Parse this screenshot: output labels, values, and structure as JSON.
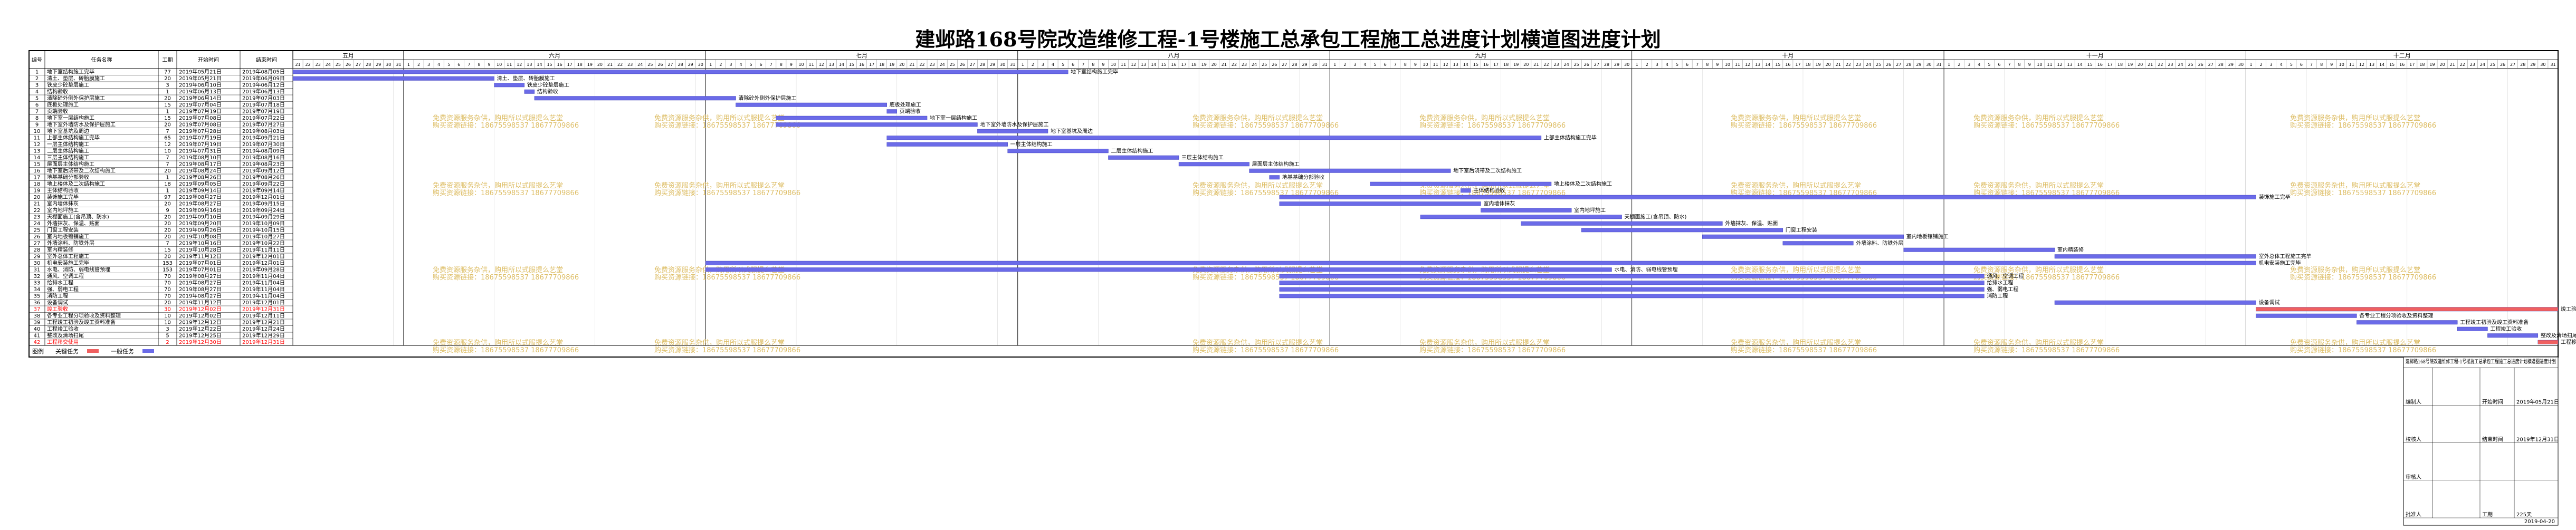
{
  "title": "建邺路168号院改造维修工程-1号楼施工总承包工程施工总进度计划横道图进度计划",
  "headers": {
    "no": "编号",
    "name": "任务名称",
    "duration": "工期",
    "start": "开始时间",
    "finish": "结束时间"
  },
  "months": [
    "五月",
    "六月",
    "七月",
    "八月",
    "九月",
    "十月",
    "十一月",
    "十二月"
  ],
  "watermark": {
    "line1": "免费资源服务杂供，购用所以式服提么艺堂",
    "line2": "购买资源链接：18675598537 18677709866"
  },
  "legend": {
    "label": "图例",
    "critical": "关键任务",
    "normal": "一般任务"
  },
  "colors": {
    "normal": "#6b6be8",
    "critical": "#f06060",
    "critical_text": "#ff0000",
    "watermark": "#d8b24a"
  },
  "info": {
    "project": "建邺路168号院改造维修工程-1号楼施工总承包工程施工总进度计划横道图进度计划",
    "rows": [
      {
        "l1": "编制人",
        "v1": "",
        "l2": "开始时间",
        "v2": "2019年05月21日"
      },
      {
        "l1": "校核人",
        "v1": "",
        "l2": "结束时间",
        "v2": "2019年12月31日"
      },
      {
        "l1": "审核人",
        "v1": "",
        "l2": "",
        "v2": ""
      },
      {
        "l1": "批准人",
        "v1": "",
        "l2": "工期",
        "v2": "225天"
      }
    ],
    "date": "2019-04-20"
  },
  "chart_data": {
    "type": "table",
    "timeline_start": "2019-05-21",
    "timeline_end": "2019-12-31",
    "tasks": [
      {
        "id": 1,
        "name": "地下室结构施工完毕",
        "duration": 77,
        "start": "2019年05月21日",
        "finish": "2019年08月05日",
        "critical": false,
        "label": "地下室结构施工完毕"
      },
      {
        "id": 2,
        "name": "清土、垫层、砖胎膜施工",
        "duration": 20,
        "start": "2019年05月21日",
        "finish": "2019年06月09日",
        "critical": false,
        "label": "清土、垫层、砖胎膜施工"
      },
      {
        "id": 3,
        "name": "铁皮少砼垫层施工",
        "duration": 3,
        "start": "2019年06月10日",
        "finish": "2019年06月12日",
        "critical": false,
        "label": "铁皮少砼垫层施工"
      },
      {
        "id": 4,
        "name": "结构验收",
        "duration": 1,
        "start": "2019年06月13日",
        "finish": "2019年06月13日",
        "critical": false,
        "label": "结构验收"
      },
      {
        "id": 5,
        "name": "清除砼外侧外保护层施工",
        "duration": 20,
        "start": "2019年06月14日",
        "finish": "2019年07月03日",
        "critical": false,
        "label": "清除砼外侧外保护层施工"
      },
      {
        "id": 6,
        "name": "底板处理施工",
        "duration": 15,
        "start": "2019年07月04日",
        "finish": "2019年07月18日",
        "critical": false,
        "label": "底板处理施工"
      },
      {
        "id": 7,
        "name": "页端验收",
        "duration": 1,
        "start": "2019年07月19日",
        "finish": "2019年07月19日",
        "critical": false,
        "label": "页端验收"
      },
      {
        "id": 8,
        "name": "地下室一层结构施工",
        "duration": 15,
        "start": "2019年07月08日",
        "finish": "2019年07月22日",
        "critical": false,
        "label": "地下室一层结构施工"
      },
      {
        "id": 9,
        "name": "地下室外墙防水及保护层施工",
        "duration": 20,
        "start": "2019年07月08日",
        "finish": "2019年07月27日",
        "critical": false,
        "label": "地下室外墙防水及保护层施工"
      },
      {
        "id": 10,
        "name": "地下室基坑及周边",
        "duration": 7,
        "start": "2019年07月28日",
        "finish": "2019年08月03日",
        "critical": false,
        "label": "地下室基坑及周边"
      },
      {
        "id": 11,
        "name": "上部主体结构施工完毕",
        "duration": 65,
        "start": "2019年07月19日",
        "finish": "2019年09月21日",
        "critical": false,
        "label": "上部主体结构施工完毕"
      },
      {
        "id": 12,
        "name": "一层主体结构施工",
        "duration": 12,
        "start": "2019年07月19日",
        "finish": "2019年07月30日",
        "critical": false,
        "label": "一层主体结构施工"
      },
      {
        "id": 13,
        "name": "二层主体结构施工",
        "duration": 10,
        "start": "2019年07月31日",
        "finish": "2019年08月09日",
        "critical": false,
        "label": "二层主体结构施工"
      },
      {
        "id": 14,
        "name": "三层主体结构施工",
        "duration": 7,
        "start": "2019年08月10日",
        "finish": "2019年08月16日",
        "critical": false,
        "label": "三层主体结构施工"
      },
      {
        "id": 15,
        "name": "屋面层主体结构施工",
        "duration": 7,
        "start": "2019年08月17日",
        "finish": "2019年08月23日",
        "critical": false,
        "label": "屋面层主体结构施工"
      },
      {
        "id": 16,
        "name": "地下室后浇带及二次结构施工",
        "duration": 20,
        "start": "2019年08月24日",
        "finish": "2019年09月12日",
        "critical": false,
        "label": "地下室后浇带及二次结构施工"
      },
      {
        "id": 17,
        "name": "地基基础分部验收",
        "duration": 1,
        "start": "2019年08月26日",
        "finish": "2019年08月26日",
        "critical": false,
        "label": "地基基础分部验收"
      },
      {
        "id": 18,
        "name": "地上楼体及二次结构施工",
        "duration": 18,
        "start": "2019年09月05日",
        "finish": "2019年09月22日",
        "critical": false,
        "label": "地上楼体及二次结构施工"
      },
      {
        "id": 19,
        "name": "主体结构验收",
        "duration": 1,
        "start": "2019年09月14日",
        "finish": "2019年09月14日",
        "critical": false,
        "label": "主体结构验收"
      },
      {
        "id": 20,
        "name": "装饰施工完毕",
        "duration": 97,
        "start": "2019年08月27日",
        "finish": "2019年12月01日",
        "critical": false,
        "label": "装饰施工完毕"
      },
      {
        "id": 21,
        "name": "室内墙体抹灰",
        "duration": 20,
        "start": "2019年08月27日",
        "finish": "2019年09月15日",
        "critical": false,
        "label": "室内墙体抹灰"
      },
      {
        "id": 22,
        "name": "室内地坪施工",
        "duration": 9,
        "start": "2019年09月16日",
        "finish": "2019年09月24日",
        "critical": false,
        "label": "室内地坪施工"
      },
      {
        "id": 23,
        "name": "天棚面施工(含吊顶、防水)",
        "duration": 20,
        "start": "2019年09月10日",
        "finish": "2019年09月29日",
        "critical": false,
        "label": "天棚面施工(含吊顶、防水)"
      },
      {
        "id": 24,
        "name": "外墙抹灰、保温、贴面",
        "duration": 20,
        "start": "2019年09月20日",
        "finish": "2019年10月09日",
        "critical": false,
        "label": "外墙抹灰、保温、贴面"
      },
      {
        "id": 25,
        "name": "门窗工程安装",
        "duration": 20,
        "start": "2019年09月26日",
        "finish": "2019年10月15日",
        "critical": false,
        "label": "门窗工程安装"
      },
      {
        "id": 26,
        "name": "室内地板镶铺施工",
        "duration": 20,
        "start": "2019年10月08日",
        "finish": "2019年10月27日",
        "critical": false,
        "label": "室内地板镶铺施工"
      },
      {
        "id": 27,
        "name": "外墙涂料、防铁外层",
        "duration": 7,
        "start": "2019年10月16日",
        "finish": "2019年10月22日",
        "critical": false,
        "label": "外墙涂料、防铁外层"
      },
      {
        "id": 28,
        "name": "室内精装修",
        "duration": 15,
        "start": "2019年10月28日",
        "finish": "2019年11月11日",
        "critical": false,
        "label": "室内精装修"
      },
      {
        "id": 29,
        "name": "室外总体工程施工",
        "duration": 20,
        "start": "2019年11月12日",
        "finish": "2019年12月01日",
        "critical": false,
        "label": "室外总体工程施工完毕"
      },
      {
        "id": 30,
        "name": "机电安装施工完毕",
        "duration": 153,
        "start": "2019年07月01日",
        "finish": "2019年12月01日",
        "critical": false,
        "label": "机电安装施工完毕"
      },
      {
        "id": 31,
        "name": "水电、消防、弱电线管预埋",
        "duration": 153,
        "start": "2019年07月01日",
        "finish": "2019年09月28日",
        "critical": false,
        "label": "水电、消防、弱电线管预埋"
      },
      {
        "id": 32,
        "name": "通风、空调工程",
        "duration": 70,
        "start": "2019年08月27日",
        "finish": "2019年11月04日",
        "critical": false,
        "label": "通风、空调工程"
      },
      {
        "id": 33,
        "name": "给排水工程",
        "duration": 70,
        "start": "2019年08月27日",
        "finish": "2019年11月04日",
        "critical": false,
        "label": "给排水工程"
      },
      {
        "id": 34,
        "name": "强、弱电工程",
        "duration": 70,
        "start": "2019年08月27日",
        "finish": "2019年11月04日",
        "critical": false,
        "label": "强、弱电工程"
      },
      {
        "id": 35,
        "name": "消防工程",
        "duration": 70,
        "start": "2019年08月27日",
        "finish": "2019年11月04日",
        "critical": false,
        "label": "消防工程"
      },
      {
        "id": 36,
        "name": "设备调试",
        "duration": 20,
        "start": "2019年11月12日",
        "finish": "2019年12月01日",
        "critical": false,
        "label": "设备调试"
      },
      {
        "id": 37,
        "name": "竣工验收",
        "duration": 30,
        "start": "2019年12月02日",
        "finish": "2019年12月31日",
        "critical": true,
        "label": "竣工验收"
      },
      {
        "id": 38,
        "name": "各专业工程分项验收及资料整理",
        "duration": 10,
        "start": "2019年12月02日",
        "finish": "2019年12月11日",
        "critical": false,
        "label": "各专业工程分项验收及资料整理"
      },
      {
        "id": 39,
        "name": "工程竣工初验及竣工资料准备",
        "duration": 10,
        "start": "2019年12月12日",
        "finish": "2019年12月21日",
        "critical": false,
        "label": "工程竣工初验及竣工资料准备"
      },
      {
        "id": 40,
        "name": "工程竣工验收",
        "duration": 3,
        "start": "2019年12月22日",
        "finish": "2019年12月24日",
        "critical": false,
        "label": "工程竣工验收"
      },
      {
        "id": 41,
        "name": "整改及清场扫尾",
        "duration": 5,
        "start": "2019年12月25日",
        "finish": "2019年12月29日",
        "critical": false,
        "label": "整改及清场扫尾"
      },
      {
        "id": 42,
        "name": "工程移交使用",
        "duration": 2,
        "start": "2019年12月30日",
        "finish": "2019年12月31日",
        "critical": true,
        "label": "工程移交使用"
      }
    ]
  }
}
